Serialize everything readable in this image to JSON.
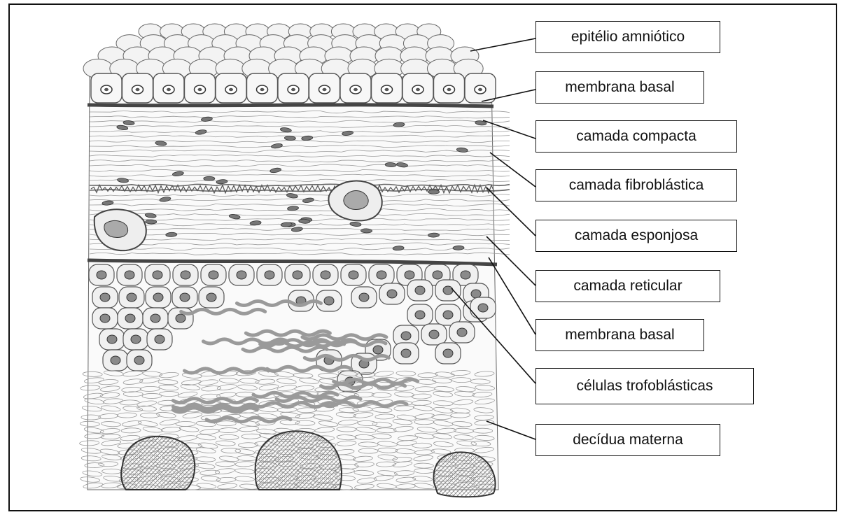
{
  "labels": [
    {
      "id": "epitelio-amniotico",
      "text": "epitélio amniótico"
    },
    {
      "id": "membrana-basal-top",
      "text": "membrana basal"
    },
    {
      "id": "camada-compacta",
      "text": "camada compacta"
    },
    {
      "id": "camada-fibroblastica",
      "text": "camada fibroblástica"
    },
    {
      "id": "camada-esponjosa",
      "text": "camada esponjosa"
    },
    {
      "id": "camada-reticular",
      "text": "camada reticular"
    },
    {
      "id": "membrana-basal-bottom",
      "text": "membrana basal"
    },
    {
      "id": "celulas-trofoblasticas",
      "text": "células trofoblásticas"
    },
    {
      "id": "decidua-materna",
      "text": "decídua materna"
    }
  ],
  "colors": {
    "ink": "#111111",
    "cell_fill": "#f4f4f4",
    "dark_band": "#555555",
    "trophoblast_gray": "#9a9a9a"
  }
}
